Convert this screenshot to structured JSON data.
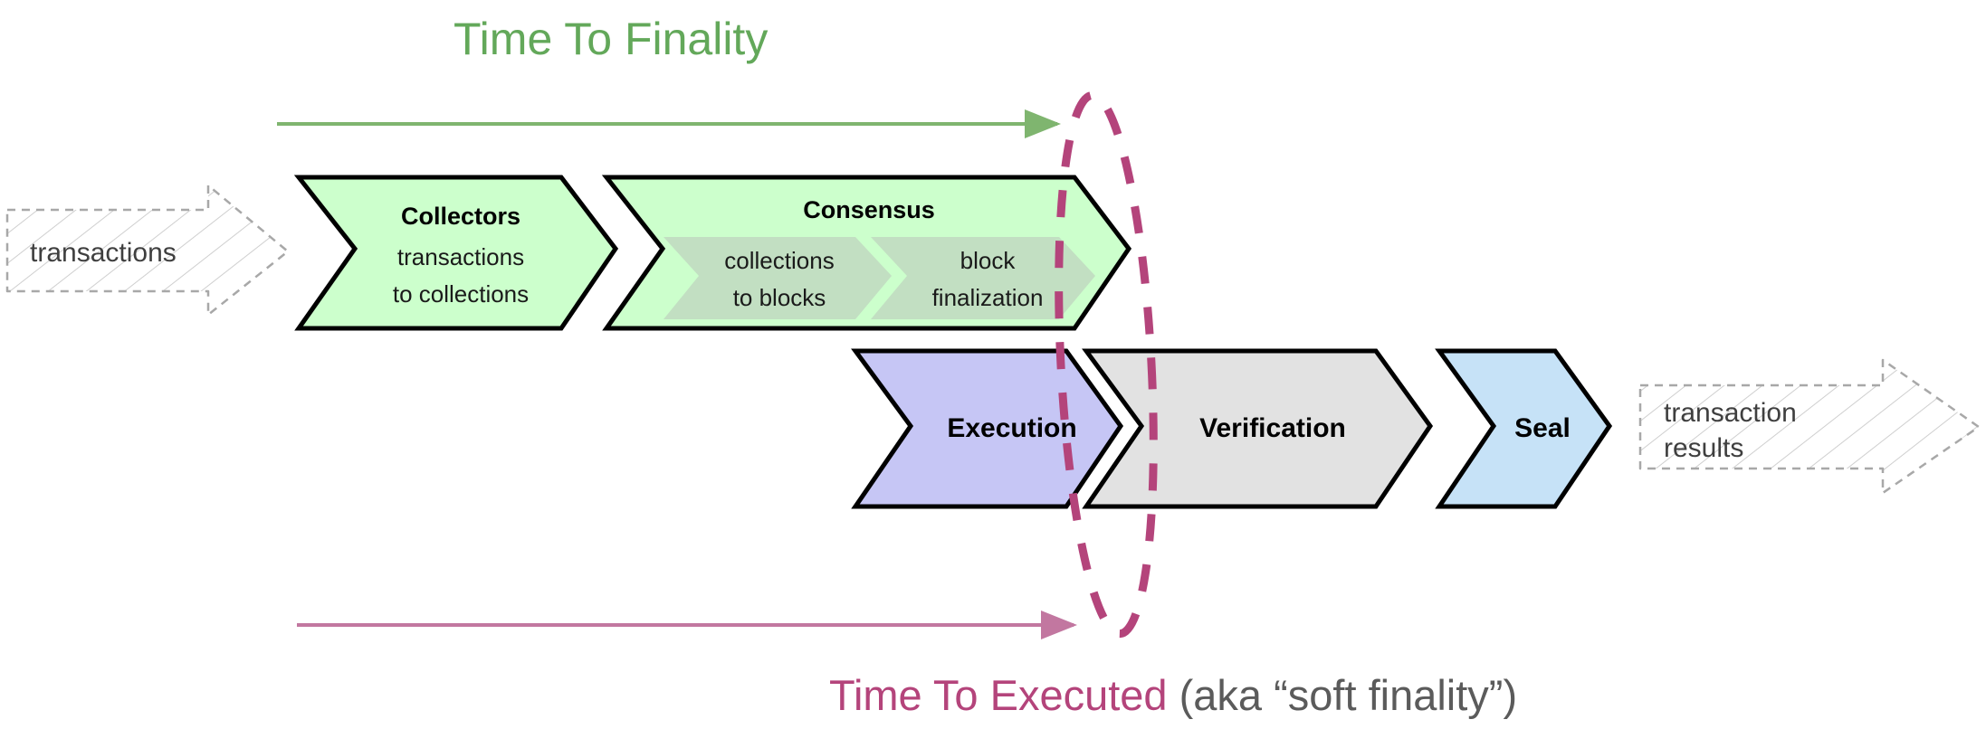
{
  "diagram": {
    "title_top": "Time To Finality",
    "title_bottom_main": "Time To Executed",
    "title_bottom_aka": " (aka “soft finality”)",
    "colors": {
      "green_accent": "#63a85a",
      "green_fill": "#ccffcc",
      "green_sub_fill": "#c2dfc2",
      "purple_fill": "#c6c6f5",
      "gray_fill": "#e2e2e2",
      "blue_fill": "#c6e2f7",
      "magenta_accent": "#b4447b",
      "ghost_stroke": "#b0b0b0",
      "outline": "#000000"
    },
    "input": {
      "label": "transactions"
    },
    "output": {
      "line1": "transaction",
      "line2": "results"
    },
    "pipeline_top": [
      {
        "id": "collectors",
        "title": "Collectors",
        "sub_lines": [
          "transactions",
          "to collections"
        ],
        "fill": "#ccffcc"
      },
      {
        "id": "consensus",
        "title": "Consensus",
        "fill": "#ccffcc",
        "sub_stages": [
          {
            "id": "collections-to-blocks",
            "lines": [
              "collections",
              "to blocks"
            ],
            "fill": "#c2dfc2"
          },
          {
            "id": "block-finalization",
            "lines": [
              "block",
              "finalization"
            ],
            "fill": "#c2dfc2"
          }
        ]
      }
    ],
    "pipeline_bottom": [
      {
        "id": "execution",
        "label": "Execution",
        "fill": "#c6c6f5"
      },
      {
        "id": "verification",
        "label": "Verification",
        "fill": "#e2e2e2"
      },
      {
        "id": "seal",
        "label": "Seal",
        "fill": "#c6e2f7"
      }
    ],
    "markers": {
      "finality_boundary": "dashed-ellipse"
    }
  }
}
